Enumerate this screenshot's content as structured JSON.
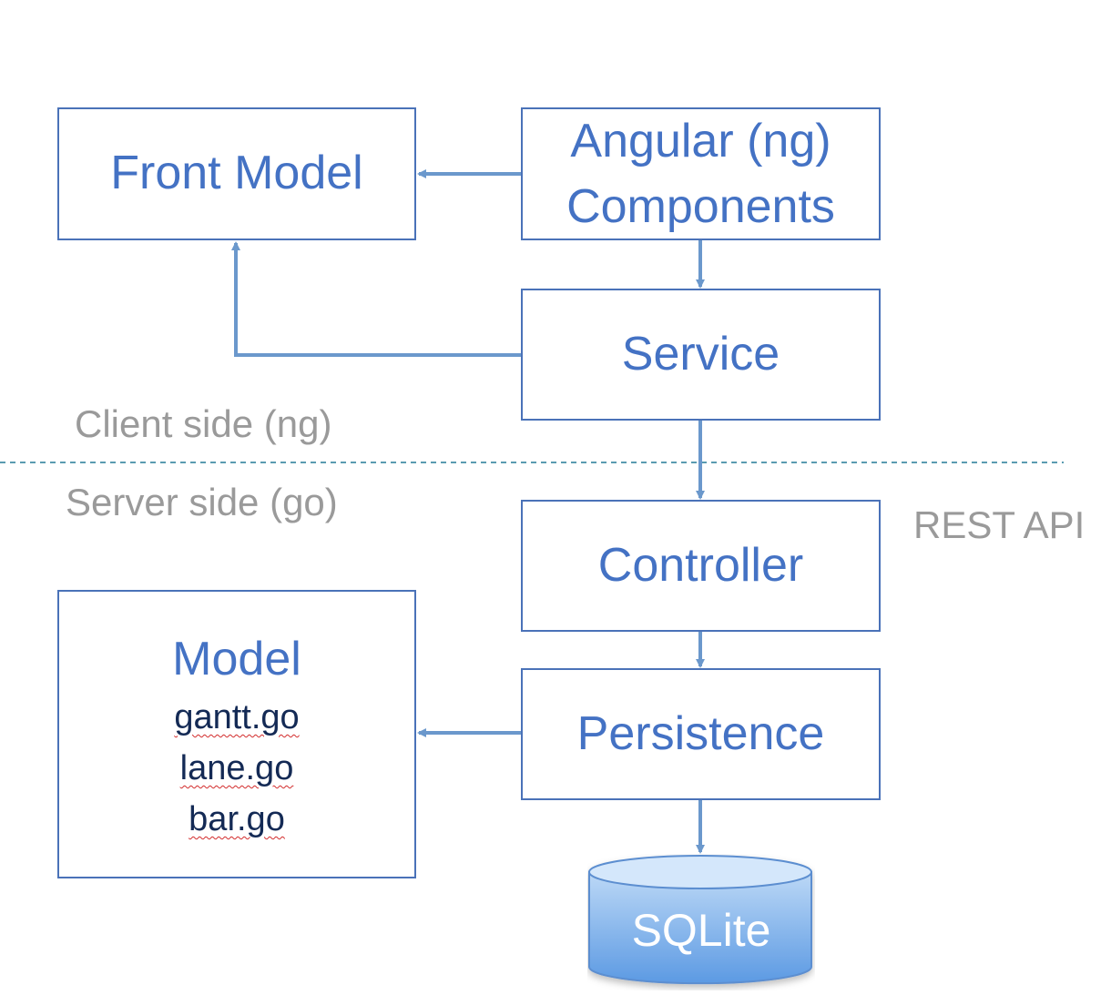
{
  "diagram": {
    "boxes": {
      "front_model": "Front Model",
      "angular_line1": "Angular (ng)",
      "angular_line2": "Components",
      "service": "Service",
      "controller": "Controller",
      "persistence": "Persistence",
      "model_title": "Model",
      "model_files": [
        "gantt.go",
        "lane.go",
        "bar.go"
      ]
    },
    "labels": {
      "client_side": "Client side (ng)",
      "server_side": "Server side (go)",
      "rest_api": "REST API"
    },
    "database": {
      "label": "SQLite"
    },
    "colors": {
      "box_border": "#4a72b8",
      "box_text": "#4472c4",
      "arrow": "#6b98cc",
      "divider": "#5a9bb0",
      "side_label": "#9a9a9a",
      "file_text": "#142a55",
      "db_fill_top": "#cfe4fa",
      "db_fill_bottom": "#5c9ae3"
    }
  }
}
